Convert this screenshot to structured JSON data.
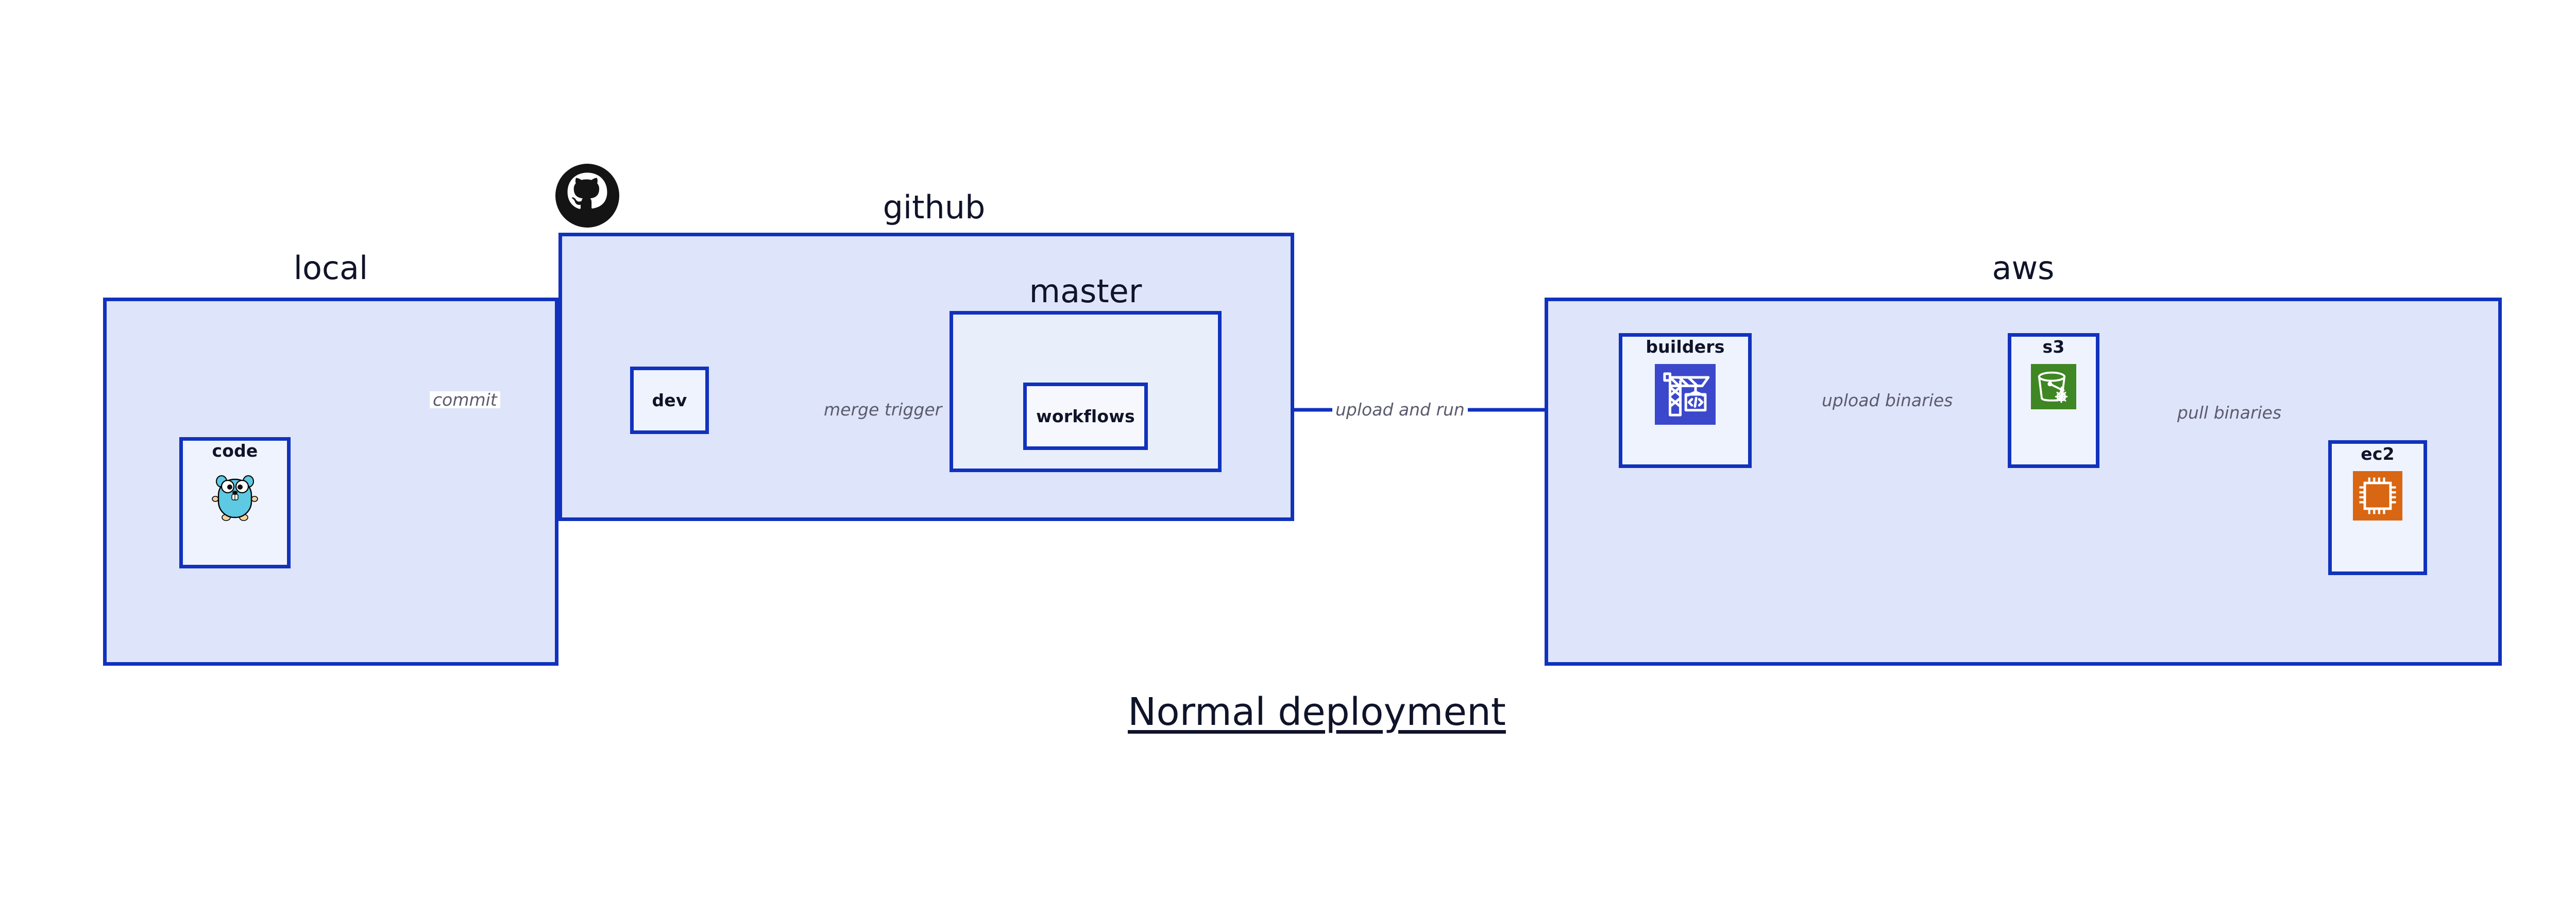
{
  "diagram": {
    "title": "Normal deployment",
    "background_color": "#ffffff",
    "container_fill": "#dee4fa",
    "container_border": "#1132bd",
    "node_fill": "#eff3fd",
    "edge_color": "#1132bd",
    "edge_label_color": "#5b5b6d"
  },
  "containers": [
    {
      "id": "local",
      "label": "local"
    },
    {
      "id": "github",
      "label": "github"
    },
    {
      "id": "master",
      "label": "master"
    },
    {
      "id": "aws",
      "label": "aws"
    }
  ],
  "nodes": [
    {
      "id": "code",
      "label": "code",
      "icon": "go-gopher-icon",
      "parent": "local"
    },
    {
      "id": "dev",
      "label": "dev",
      "icon": null,
      "parent": "github"
    },
    {
      "id": "workflows",
      "label": "workflows",
      "icon": null,
      "parent": "master"
    },
    {
      "id": "builders",
      "label": "builders",
      "icon": "aws-builders-icon",
      "icon_color": "#3b48cc",
      "parent": "aws"
    },
    {
      "id": "s3",
      "label": "s3",
      "icon": "aws-s3-icon",
      "icon_color": "#3f8624",
      "parent": "aws"
    },
    {
      "id": "ec2",
      "label": "ec2",
      "icon": "aws-ec2-icon",
      "icon_color": "#d86613",
      "parent": "aws"
    }
  ],
  "edges": [
    {
      "id": "code-dev",
      "label": "commit",
      "from": "code",
      "to": "dev"
    },
    {
      "id": "dev-workflows",
      "label": "merge trigger",
      "from": "dev",
      "to": "workflows"
    },
    {
      "id": "workflows-builders",
      "label": "upload and run",
      "from": "workflows",
      "to": "builders"
    },
    {
      "id": "builders-s3",
      "label": "upload binaries",
      "from": "builders",
      "to": "s3"
    },
    {
      "id": "s3-ec2",
      "label": "pull binaries",
      "from": "s3",
      "to": "ec2"
    }
  ],
  "logos": [
    {
      "id": "github-logo",
      "name": "github-octocat-logo",
      "color": "#141414"
    }
  ]
}
